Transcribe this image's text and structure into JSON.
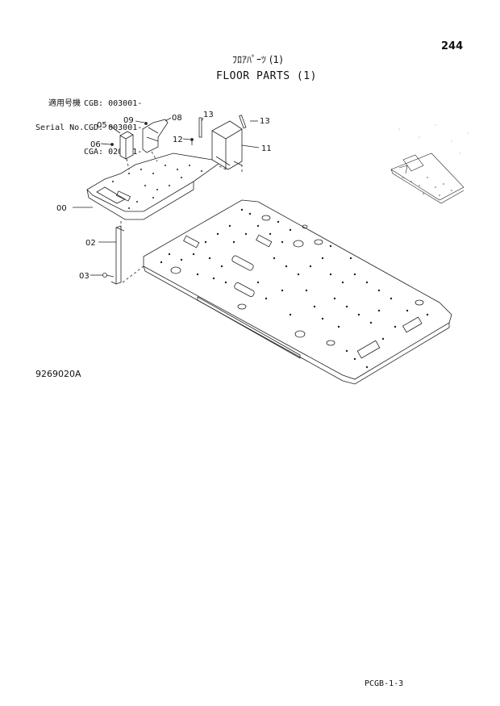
{
  "page_number": "244",
  "title_jp": "ﾌﾛｱﾊﾟｰﾂ (1)",
  "title_en": "FLOOR PARTS (1)",
  "serial_info": {
    "label_jp": "適用号機",
    "label_en": "Serial No.",
    "rows": [
      {
        "model": "CGB:",
        "number": "003001-"
      },
      {
        "model": "CGD:",
        "number": "003001-"
      },
      {
        "model": "CGA:",
        "number": "020001-"
      }
    ]
  },
  "part_labels": {
    "p00": "00",
    "p02": "02",
    "p03": "03",
    "p05": "05",
    "p06": "06",
    "p08": "08",
    "p09": "09",
    "p11": "11",
    "p12": "12",
    "p13a": "13",
    "p13b": "13"
  },
  "figure_code": "9269020A",
  "footer_code": "PCGB-1-3"
}
